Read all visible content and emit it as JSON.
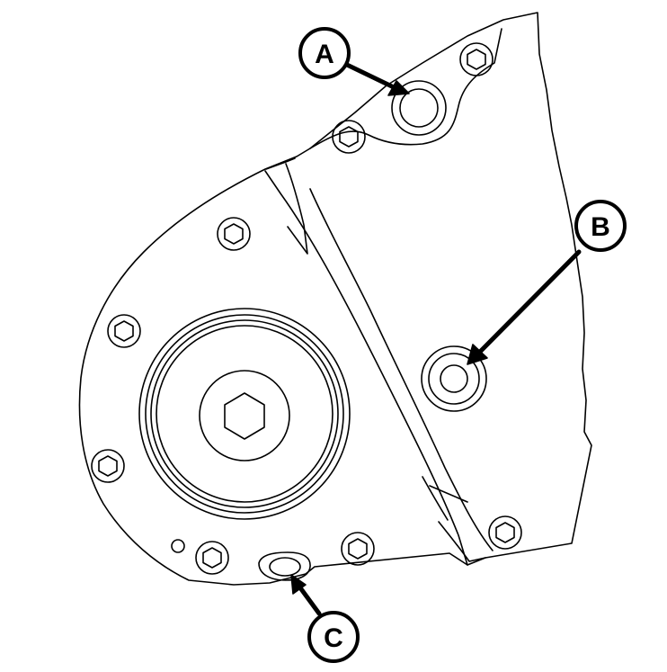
{
  "diagram": {
    "stroke_color": "#000000",
    "fill_color": "#ffffff",
    "callouts": [
      {
        "id": "a",
        "label": "A"
      },
      {
        "id": "b",
        "label": "B"
      },
      {
        "id": "c",
        "label": "C"
      }
    ]
  }
}
